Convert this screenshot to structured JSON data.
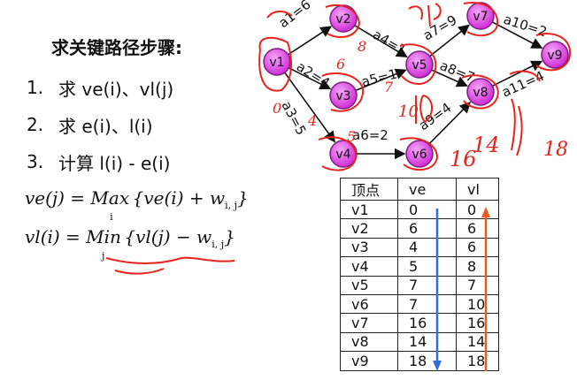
{
  "title": "求关键路径步骤:",
  "steps": [
    {
      "num": "1.",
      "text": "求 ve(i)、vl(j)"
    },
    {
      "num": "2.",
      "text": "求 e(i)、l(i)"
    },
    {
      "num": "3.",
      "text": "计算 l(i) - e(i)"
    }
  ],
  "formula1": {
    "lhs": "ve(j) = ",
    "op": "Max",
    "op_sub": "i",
    "rhs": "{ve(i) + w",
    "sub": "i, j",
    "close": "}"
  },
  "formula2": {
    "lhs": "vl(i) = ",
    "op": "Min",
    "op_sub": "j",
    "rhs": "{vl(j) − w",
    "sub": "i, j",
    "close": "}"
  },
  "nodes": [
    "v1",
    "v2",
    "v3",
    "v4",
    "v5",
    "v6",
    "v7",
    "v8",
    "v9"
  ],
  "edges": [
    {
      "label": "a1=6"
    },
    {
      "label": "a2=4"
    },
    {
      "label": "a3=5"
    },
    {
      "label": "a4=1"
    },
    {
      "label": "a5=1"
    },
    {
      "label": "a6=2"
    },
    {
      "label": "a7=9"
    },
    {
      "label": "a8=7"
    },
    {
      "label": "a9=4"
    },
    {
      "label": "a10=2"
    },
    {
      "label": "a11=4"
    }
  ],
  "handwriting": {
    "marks": [
      "0",
      "6",
      "4",
      "5",
      "7",
      "16",
      "14",
      "18",
      "10",
      "8"
    ]
  },
  "table": {
    "headers": [
      "顶点",
      "ve",
      "vl"
    ],
    "rows": [
      [
        "v1",
        "0",
        "0"
      ],
      [
        "v2",
        "6",
        "6"
      ],
      [
        "v3",
        "4",
        "6"
      ],
      [
        "v4",
        "5",
        "8"
      ],
      [
        "v5",
        "7",
        "7"
      ],
      [
        "v6",
        "7",
        "10"
      ],
      [
        "v7",
        "16",
        "16"
      ],
      [
        "v8",
        "14",
        "14"
      ],
      [
        "v9",
        "18",
        "18"
      ]
    ]
  },
  "colors": {
    "node_fill": "#e04ce6",
    "node_stroke": "#7a1f80",
    "ink_red": "#e8231c",
    "arrow_blue": "#2f6fd6",
    "arrow_orange": "#ea5a1e"
  }
}
